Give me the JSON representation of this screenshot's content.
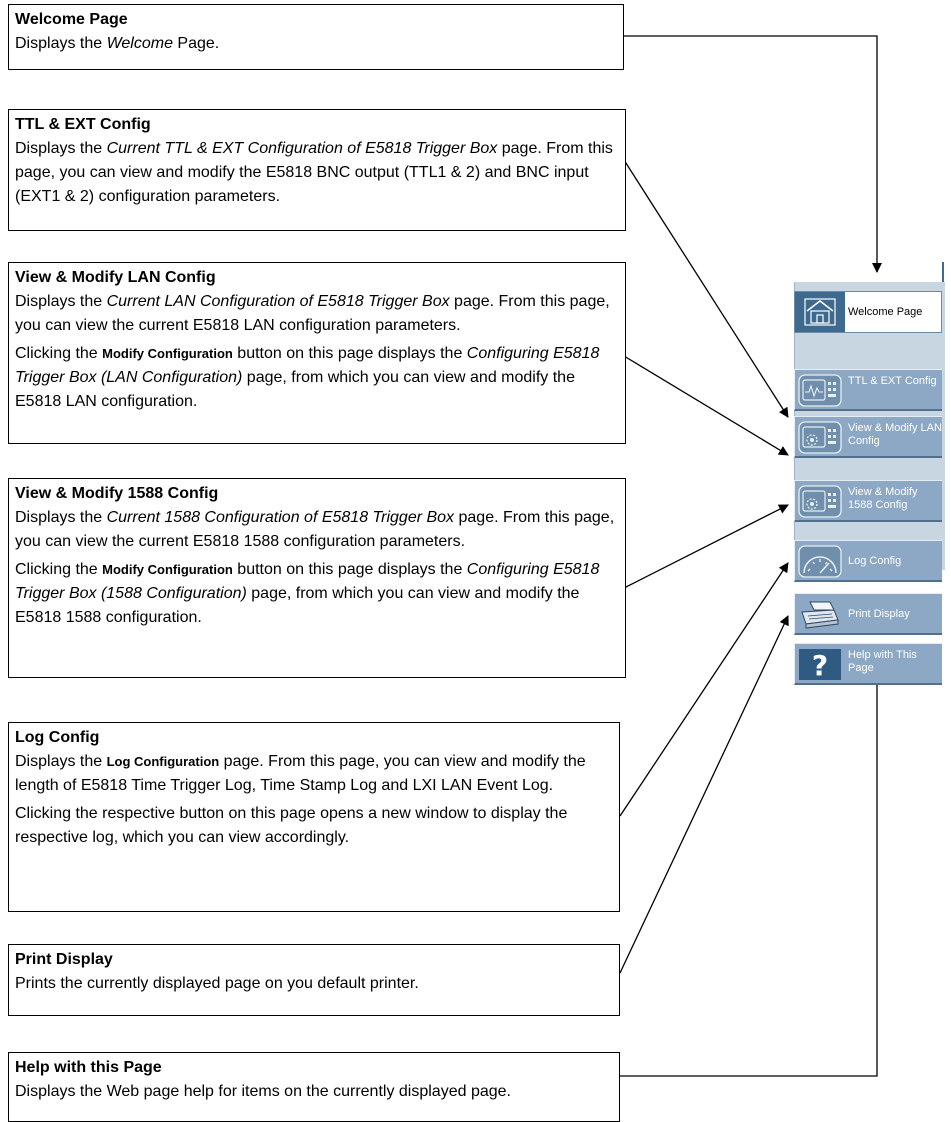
{
  "callouts": {
    "welcome": {
      "title": "Welcome Page",
      "line1_pre": "Displays the ",
      "line1_em": "Welcome",
      "line1_post": " Page."
    },
    "ttl": {
      "title": "TTL & EXT Config",
      "p1_pre": "Displays the ",
      "p1_em": "Current TTL & EXT Configuration of E5818 Trigger Box",
      "p1_post": " page. From this page, you can view and modify the E5818 BNC output (TTL1 & 2) and BNC input (EXT1 & 2) configuration parameters."
    },
    "lan": {
      "title": "View & Modify LAN Config",
      "p1_pre": "Displays the ",
      "p1_em": "Current LAN Configuration of E5818 Trigger Box",
      "p1_post": " page. From this page, you can view the current E5818 LAN configuration parameters.",
      "p2_pre": "Clicking the ",
      "p2_btn": "Modify Configuration",
      "p2_mid": " button on this page displays the ",
      "p2_em": "Configuring E5818 Trigger Box (LAN Configuration)",
      "p2_post": " page, from which you can view and modify the E5818 LAN configuration."
    },
    "c1588": {
      "title": "View & Modify 1588 Config",
      "p1_pre": "Displays the ",
      "p1_em": "Current 1588 Configuration of E5818 Trigger Box",
      "p1_post": " page. From this page, you can view the current E5818 1588 configuration parameters.",
      "p2_pre": "Clicking the ",
      "p2_btn": "Modify Configuration",
      "p2_mid": " button on this page displays the ",
      "p2_em": "Configuring E5818 Trigger Box (1588 Configuration)",
      "p2_post": " page, from which you can view and modify the E5818 1588 configuration."
    },
    "log": {
      "title": "Log Config",
      "p1_pre": "Displays the ",
      "p1_btn": "Log Configuration",
      "p1_post": " page. From this page, you can view and modify the length of E5818 Time Trigger Log, Time Stamp Log and LXI LAN Event Log.",
      "p2": "Clicking the respective button on this page opens a new window to display the respective log, which you can view accordingly."
    },
    "print": {
      "title": "Print Display",
      "p1": "Prints the currently displayed page on you default printer."
    },
    "help": {
      "title": "Help with this Page",
      "p1": "Displays the Web page help for items on the currently displayed page."
    }
  },
  "nav": {
    "items": [
      {
        "label": "Welcome Page",
        "icon": "home-icon",
        "active": true
      },
      {
        "label": "TTL & EXT Config",
        "icon": "oscilloscope-icon"
      },
      {
        "label": "View & Modify LAN Config",
        "icon": "instrument-gear-icon"
      },
      {
        "label": "View & Modify 1588 Config",
        "icon": "instrument-gear-icon"
      },
      {
        "label": "Log Config",
        "icon": "gauge-icon"
      },
      {
        "label": "Print Display",
        "icon": "printer-icon"
      },
      {
        "label": "Help with This Page",
        "icon": "question-icon"
      }
    ]
  },
  "colors": {
    "nav_button": "#8ca8c4",
    "nav_icon_bg": "#3f6a90",
    "panel": "#c8d6e2"
  }
}
